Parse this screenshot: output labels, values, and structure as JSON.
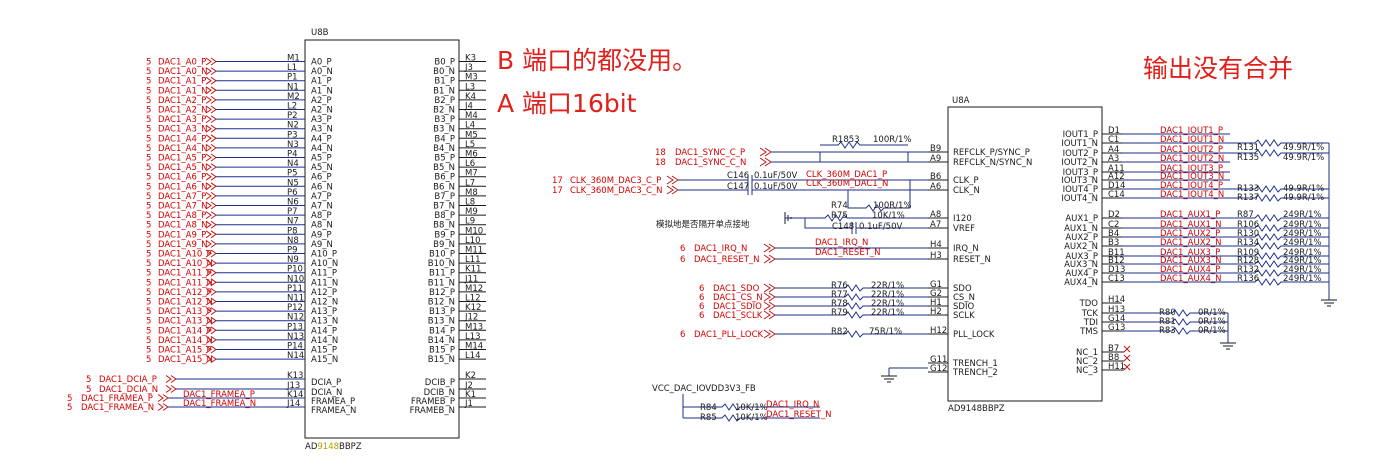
{
  "annotations": {
    "b_port_unused": "B 端口的都没用。",
    "a_port_16bit": "A 端口16bit",
    "outputs_not_merged": "输出没有合并"
  },
  "u8b": {
    "ref": "U8B",
    "part": "AD9148BBPZ",
    "part_prefix": "AD",
    "part_highlight": "9148",
    "part_suffix": "BBPZ",
    "left_pins": [
      {
        "num": "M1",
        "name": "A0_P",
        "net": "DAC1_A0_P",
        "sheet": "5"
      },
      {
        "num": "L1",
        "name": "A0_N",
        "net": "DAC1_A0_N",
        "sheet": "5"
      },
      {
        "num": "P1",
        "name": "A1_P",
        "net": "DAC1_A1_P",
        "sheet": "5"
      },
      {
        "num": "N1",
        "name": "A1_N",
        "net": "DAC1_A1_N",
        "sheet": "5"
      },
      {
        "num": "M2",
        "name": "A2_P",
        "net": "DAC1_A2_P",
        "sheet": "5"
      },
      {
        "num": "L2",
        "name": "A2_N",
        "net": "DAC1_A2_N",
        "sheet": "5"
      },
      {
        "num": "P2",
        "name": "A3_P",
        "net": "DAC1_A3_P",
        "sheet": "5"
      },
      {
        "num": "N2",
        "name": "A3_N",
        "net": "DAC1_A3_N",
        "sheet": "5"
      },
      {
        "num": "P3",
        "name": "A4_P",
        "net": "DAC1_A4_P",
        "sheet": "5"
      },
      {
        "num": "N3",
        "name": "A4_N",
        "net": "DAC1_A4_N",
        "sheet": "5"
      },
      {
        "num": "P4",
        "name": "A5_P",
        "net": "DAC1_A5_P",
        "sheet": "5"
      },
      {
        "num": "N4",
        "name": "A5_N",
        "net": "DAC1_A5_N",
        "sheet": "5"
      },
      {
        "num": "P5",
        "name": "A6_P",
        "net": "DAC1_A6_P",
        "sheet": "5"
      },
      {
        "num": "N5",
        "name": "A6_N",
        "net": "DAC1_A6_N",
        "sheet": "5"
      },
      {
        "num": "P6",
        "name": "A7_P",
        "net": "DAC1_A7_P",
        "sheet": "5"
      },
      {
        "num": "N6",
        "name": "A7_N",
        "net": "DAC1_A7_N",
        "sheet": "5"
      },
      {
        "num": "P7",
        "name": "A8_P",
        "net": "DAC1_A8_P",
        "sheet": "5"
      },
      {
        "num": "N7",
        "name": "A8_N",
        "net": "DAC1_A8_N",
        "sheet": "5"
      },
      {
        "num": "P8",
        "name": "A9_P",
        "net": "DAC1_A9_P",
        "sheet": "5"
      },
      {
        "num": "N8",
        "name": "A9_N",
        "net": "DAC1_A9_N",
        "sheet": "5"
      },
      {
        "num": "P9",
        "name": "A10_P",
        "net": "DAC1_A10_P",
        "sheet": "5"
      },
      {
        "num": "N9",
        "name": "A10_N",
        "net": "DAC1_A10_N",
        "sheet": "5"
      },
      {
        "num": "P10",
        "name": "A11_P",
        "net": "DAC1_A11_P",
        "sheet": "5"
      },
      {
        "num": "N10",
        "name": "A11_N",
        "net": "DAC1_A11_N",
        "sheet": "5"
      },
      {
        "num": "P11",
        "name": "A12_P",
        "net": "DAC1_A12_P",
        "sheet": "5"
      },
      {
        "num": "N11",
        "name": "A12_N",
        "net": "DAC1_A12_N",
        "sheet": "5"
      },
      {
        "num": "P12",
        "name": "A13_P",
        "net": "DAC1_A13_P",
        "sheet": "5"
      },
      {
        "num": "N12",
        "name": "A13_N",
        "net": "DAC1_A13_N",
        "sheet": "5"
      },
      {
        "num": "P13",
        "name": "A14_P",
        "net": "DAC1_A14_P",
        "sheet": "5"
      },
      {
        "num": "N13",
        "name": "A14_N",
        "net": "DAC1_A14_N",
        "sheet": "5"
      },
      {
        "num": "P14",
        "name": "A15_P",
        "net": "DAC1_A15_P",
        "sheet": "5"
      },
      {
        "num": "N14",
        "name": "A15_N",
        "net": "DAC1_A15_N",
        "sheet": "5"
      }
    ],
    "right_pins": [
      {
        "num": "K3",
        "name": "B0_P"
      },
      {
        "num": "J3",
        "name": "B0_N"
      },
      {
        "num": "M3",
        "name": "B1_P"
      },
      {
        "num": "L3",
        "name": "B1_N"
      },
      {
        "num": "K4",
        "name": "B2_P"
      },
      {
        "num": "J4",
        "name": "B2_N"
      },
      {
        "num": "M4",
        "name": "B3_P"
      },
      {
        "num": "L4",
        "name": "B3_N"
      },
      {
        "num": "M5",
        "name": "B4_P"
      },
      {
        "num": "L5",
        "name": "B4_N"
      },
      {
        "num": "M6",
        "name": "B5_P"
      },
      {
        "num": "L6",
        "name": "B5_N"
      },
      {
        "num": "M7",
        "name": "B6_P"
      },
      {
        "num": "L7",
        "name": "B6_N"
      },
      {
        "num": "M8",
        "name": "B7_P"
      },
      {
        "num": "L8",
        "name": "B7_N"
      },
      {
        "num": "M9",
        "name": "B8_P"
      },
      {
        "num": "L9",
        "name": "B8_N"
      },
      {
        "num": "M10",
        "name": "B9_P"
      },
      {
        "num": "L10",
        "name": "B9_N"
      },
      {
        "num": "M11",
        "name": "B10_P"
      },
      {
        "num": "L11",
        "name": "B10_N"
      },
      {
        "num": "K11",
        "name": "B11_P"
      },
      {
        "num": "J11",
        "name": "B11_N"
      },
      {
        "num": "M12",
        "name": "B12_P"
      },
      {
        "num": "L12",
        "name": "B12_N"
      },
      {
        "num": "K12",
        "name": "B13_P"
      },
      {
        "num": "J12",
        "name": "B13_N"
      },
      {
        "num": "M13",
        "name": "B14_P"
      },
      {
        "num": "L13",
        "name": "B14_N"
      },
      {
        "num": "M14",
        "name": "B15_P"
      },
      {
        "num": "L14",
        "name": "B15_N"
      }
    ],
    "left_bottom": [
      {
        "num": "K13",
        "name": "DCIA_P",
        "net": "DAC1_DCIA_P",
        "sheet": "5",
        "net2": ""
      },
      {
        "num": "J13",
        "name": "DCIA_N",
        "net": "DAC1_DCIA_N",
        "sheet": "5",
        "net2": ""
      },
      {
        "num": "K14",
        "name": "FRAMEA_P",
        "net": "DAC1_FRAMEA_P",
        "sheet": "5",
        "net2": "DAC1_FRAMEA_P"
      },
      {
        "num": "J14",
        "name": "FRAMEA_N",
        "net": "DAC1_FRAMEA_N",
        "sheet": "5",
        "net2": "DAC1_FRAMEA_N"
      }
    ],
    "right_bottom": [
      {
        "num": "K2",
        "name": "DCIB_P"
      },
      {
        "num": "J2",
        "name": "DCIB_N"
      },
      {
        "num": "K1",
        "name": "FRAMEB_P"
      },
      {
        "num": "J1",
        "name": "FRAMEB_N"
      }
    ]
  },
  "u8a": {
    "ref": "U8A",
    "part": "AD9148BBPZ",
    "left_pins": [
      {
        "num": "B9",
        "name": "REFCLK_P/SYNC_P"
      },
      {
        "num": "A9",
        "name": "REFCLK_N/SYNC_N"
      },
      {
        "num": "B6",
        "name": "CLK_P"
      },
      {
        "num": "A6",
        "name": "CLK_N"
      },
      {
        "num": "A8",
        "name": "I120"
      },
      {
        "num": "A7",
        "name": "VREF"
      },
      {
        "num": "H4",
        "name": "IRQ_N"
      },
      {
        "num": "H3",
        "name": "RESET_N"
      },
      {
        "num": "G1",
        "name": "SDO"
      },
      {
        "num": "G2",
        "name": "CS_N"
      },
      {
        "num": "H1",
        "name": "SDIO"
      },
      {
        "num": "H2",
        "name": "SCLK"
      },
      {
        "num": "H12",
        "name": "PLL_LOCK"
      },
      {
        "num": "G11",
        "name": "TRENCH_1"
      },
      {
        "num": "G12",
        "name": "TRENCH_2"
      }
    ],
    "right_pins": [
      {
        "num": "D1",
        "name": "IOUT1_P",
        "net": "DAC1_IOUT1_P"
      },
      {
        "num": "C1",
        "name": "IOUT1_N",
        "net": "DAC1_IOUT1_N"
      },
      {
        "num": "A4",
        "name": "IOUT2_P",
        "net": "DAC1_IOUT2_P"
      },
      {
        "num": "A3",
        "name": "IOUT2_N",
        "net": "DAC1_IOUT2_N"
      },
      {
        "num": "A11",
        "name": "IOUT3_P",
        "net": "DAC1_IOUT3_P"
      },
      {
        "num": "A12",
        "name": "IOUT3_N",
        "net": "DAC1_IOUT3_N"
      },
      {
        "num": "D14",
        "name": "IOUT4_P",
        "net": "DAC1_IOUT4_P"
      },
      {
        "num": "C14",
        "name": "IOUT4_N",
        "net": "DAC1_IOUT4_N"
      },
      {
        "num": "D2",
        "name": "AUX1_P",
        "net": "DAC1_AUX1_P"
      },
      {
        "num": "C2",
        "name": "AUX1_N",
        "net": "DAC1_AUX1_N"
      },
      {
        "num": "B4",
        "name": "AUX2_P",
        "net": "DAC1_AUX2_P"
      },
      {
        "num": "B3",
        "name": "AUX2_N",
        "net": "DAC1_AUX2_N"
      },
      {
        "num": "B11",
        "name": "AUX3_P",
        "net": "DAC1_AUX3_P"
      },
      {
        "num": "B12",
        "name": "AUX3_N",
        "net": "DAC1_AUX3_N"
      },
      {
        "num": "D13",
        "name": "AUX4_P",
        "net": "DAC1_AUX4_P"
      },
      {
        "num": "C13",
        "name": "AUX4_N",
        "net": "DAC1_AUX4_N"
      },
      {
        "num": "H14",
        "name": "TDO",
        "net": ""
      },
      {
        "num": "H13",
        "name": "TCK",
        "net": ""
      },
      {
        "num": "G14",
        "name": "TDI",
        "net": ""
      },
      {
        "num": "G13",
        "name": "TMS",
        "net": ""
      },
      {
        "num": "B7",
        "name": "NC_1",
        "net": ""
      },
      {
        "num": "B8",
        "name": "NC_2",
        "net": ""
      },
      {
        "num": "H11",
        "name": "NC_3",
        "net": ""
      }
    ]
  },
  "u8a_nets": {
    "sync_p": {
      "sheet": "18",
      "net": "DAC1_SYNC_C_P"
    },
    "sync_n": {
      "sheet": "18",
      "net": "DAC1_SYNC_C_N"
    },
    "clk_p": {
      "sheet": "17",
      "net": "CLK_360M_DAC3_C_P"
    },
    "clk_n": {
      "sheet": "17",
      "net": "CLK_360M_DAC3_C_N"
    },
    "clk_p_inner": "CLK_360M_DAC1_P",
    "clk_n_inner": "CLK_360M_DAC1_N",
    "irq": {
      "sheet": "6",
      "net": "DAC1_IRQ_N",
      "inner": "DAC1_IRQ_N"
    },
    "reset": {
      "sheet": "6",
      "net": "DAC1_RESET_N",
      "inner": "DAC1_RESET_N"
    },
    "sdo": {
      "sheet": "6",
      "net": "DAC1_SDO"
    },
    "cs": {
      "sheet": "6",
      "net": "DAC1_CS_N"
    },
    "sdio": {
      "sheet": "6",
      "net": "DAC1_SDIO"
    },
    "sclk": {
      "sheet": "6",
      "net": "DAC1_SCLK"
    },
    "pll": {
      "sheet": "6",
      "net": "DAC1_PLL_LOCK"
    },
    "analog_ground_note": "模拟地是否隔开单点接地"
  },
  "components": {
    "r1853": {
      "ref": "R1853",
      "val": "100R/1%"
    },
    "c146": {
      "ref": "C146",
      "val": "0.1uF/50V"
    },
    "c147": {
      "ref": "C147",
      "val": "0.1uF/50V"
    },
    "r74": {
      "ref": "R74",
      "val": "100R/1%"
    },
    "r75": {
      "ref": "R75",
      "val": "10K/1%"
    },
    "c148": {
      "ref": "C148",
      "val": "0.1uF/50V"
    },
    "r76": {
      "ref": "R76",
      "val": "22R/1%"
    },
    "r77": {
      "ref": "R77",
      "val": "22R/1%"
    },
    "r78": {
      "ref": "R78",
      "val": "22R/1%"
    },
    "r79": {
      "ref": "R79",
      "val": "22R/1%"
    },
    "r82": {
      "ref": "R82",
      "val": "75R/1%"
    },
    "r131": {
      "ref": "R131",
      "val": "49.9R/1%"
    },
    "r135": {
      "ref": "R135",
      "val": "49.9R/1%"
    },
    "r133": {
      "ref": "R133",
      "val": "49.9R/1%"
    },
    "r137": {
      "ref": "R137",
      "val": "49.9R/1%"
    },
    "r87": {
      "ref": "R87",
      "val": "249R/1%"
    },
    "r106": {
      "ref": "R106",
      "val": "249R/1%"
    },
    "r130": {
      "ref": "R130",
      "val": "249R/1%"
    },
    "r134": {
      "ref": "R134",
      "val": "249R/1%"
    },
    "r109": {
      "ref": "R109",
      "val": "249R/1%"
    },
    "r128": {
      "ref": "R128",
      "val": "249R/1%"
    },
    "r132": {
      "ref": "R132",
      "val": "249R/1%"
    },
    "r136": {
      "ref": "R136",
      "val": "249R/1%"
    },
    "r80": {
      "ref": "R80",
      "val": "0R/1%"
    },
    "r81": {
      "ref": "R81",
      "val": "0R/1%"
    },
    "r83": {
      "ref": "R83",
      "val": "0R/1%"
    },
    "r84": {
      "ref": "R84",
      "val": "10K/1%"
    },
    "r85": {
      "ref": "R85",
      "val": "10K/1%"
    }
  },
  "pullup": {
    "rail": "VCC_DAC_IOVDD3V3_FB",
    "net_irq": "DAC1_IRQ_N",
    "net_reset": "DAC1_RESET_N"
  }
}
